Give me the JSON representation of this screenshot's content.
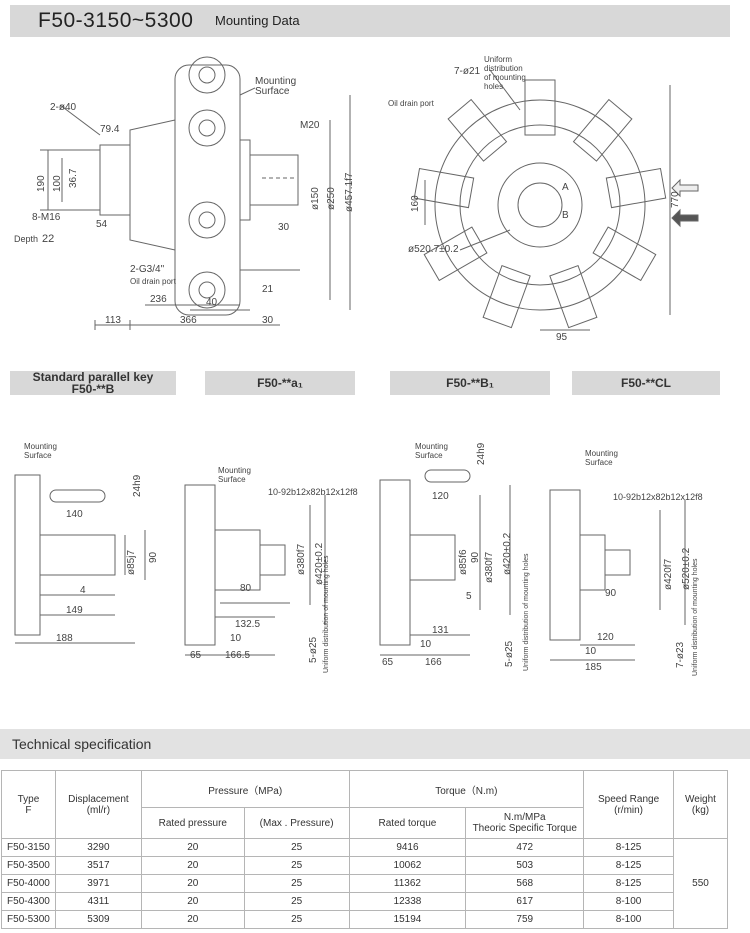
{
  "header": {
    "model": "F50-3150~5300",
    "subtitle": "Mounting Data"
  },
  "drawing_side": {
    "dims": [
      "2-ø40",
      "79.4",
      "100",
      "190",
      "36.7",
      "8-M16",
      "54",
      "M20",
      "ø150",
      "ø250",
      "ø457.1f7",
      "30",
      "2-G3/4\"",
      "21",
      "236",
      "40",
      "113",
      "366",
      "30"
    ],
    "labels": [
      "Mounting",
      "Surface",
      "Depth",
      "22",
      "Oil drain port"
    ]
  },
  "drawing_front": {
    "dims": [
      "7-ø21",
      "160",
      "770",
      "ø520.7±0.2",
      "95",
      "A",
      "B"
    ],
    "labels": [
      "Uniform",
      "distribution",
      "of mounting",
      "holes",
      "Oil drain port"
    ]
  },
  "variants": [
    {
      "title_line1": "Standard parallel key",
      "title_line2": "F50-**B"
    },
    {
      "title": "F50-**a₁"
    },
    {
      "title": "F50-**B₁"
    },
    {
      "title": "F50-**CL"
    }
  ],
  "shaft_b": {
    "dims": [
      "24h9",
      "140",
      "ø85j7",
      "90",
      "4",
      "149",
      "188"
    ],
    "labels": [
      "Mounting",
      "Surface"
    ]
  },
  "shaft_a1": {
    "dims": [
      "10-92b12x82b12x12f8",
      "ø380f7",
      "ø420±0.2",
      "80",
      "132.5",
      "10",
      "65",
      "166.5",
      "5-ø25"
    ],
    "labels": [
      "Mounting",
      "Surface",
      "Uniform distribution of mounting holes"
    ]
  },
  "shaft_b1": {
    "dims": [
      "24h9",
      "120",
      "ø85f6",
      "90",
      "ø380f7",
      "ø420±0.2",
      "5",
      "131",
      "10",
      "65",
      "166",
      "5-ø25"
    ],
    "labels": [
      "Mounting",
      "Surface",
      "Uniform distribution of mounting holes"
    ]
  },
  "shaft_cl": {
    "dims": [
      "10-92b12x82b12x12f8",
      "ø420f7",
      "ø520±0.2",
      "90",
      "120",
      "10",
      "185",
      "7-ø23"
    ],
    "labels": [
      "Mounting",
      "Surface",
      "Uniform distribution of mounting holes"
    ]
  },
  "spec": {
    "title": "Technical specification",
    "head": {
      "type": "Type",
      "type_sub": "F",
      "displacement": "Displacement",
      "displacement_unit": "(ml/r)",
      "pressure": "Pressure（MPa)",
      "rated_pressure": "Rated pressure",
      "max_pressure": "(Max . Pressure)",
      "torque": "Torque（N.m)",
      "rated_torque": "Rated torque",
      "specific": "N.m/MPa",
      "specific_sub": "Theoric Specific Torque",
      "speed": "Speed Range",
      "speed_unit": "(r/min)",
      "weight": "Weight",
      "weight_unit": "(kg)"
    },
    "rows": [
      [
        "F50-3150",
        "3290",
        "20",
        "25",
        "9416",
        "472",
        "8-125"
      ],
      [
        "F50-3500",
        "3517",
        "20",
        "25",
        "10062",
        "503",
        "8-125"
      ],
      [
        "F50-4000",
        "3971",
        "20",
        "25",
        "11362",
        "568",
        "8-125"
      ],
      [
        "F50-4300",
        "4311",
        "20",
        "25",
        "12338",
        "617",
        "8-100"
      ],
      [
        "F50-5300",
        "5309",
        "20",
        "25",
        "15194",
        "759",
        "8-100"
      ]
    ],
    "weight": "550"
  }
}
